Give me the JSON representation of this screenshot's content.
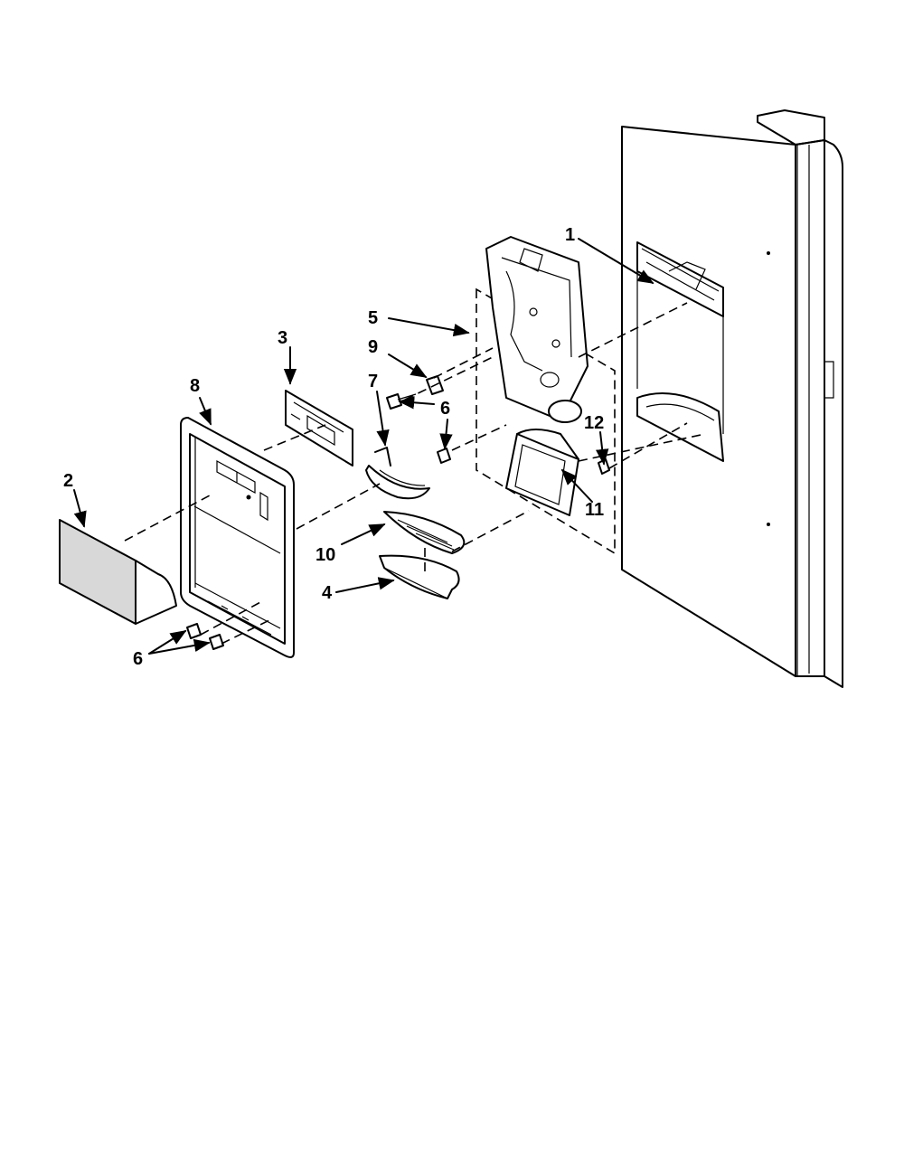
{
  "diagram": {
    "colors": {
      "ink": "#000000",
      "background": "#ffffff",
      "shade": "#d8d8d8"
    },
    "callouts": [
      {
        "id": "c1",
        "text": "1"
      },
      {
        "id": "c2",
        "text": "2"
      },
      {
        "id": "c3",
        "text": "3"
      },
      {
        "id": "c4",
        "text": "4"
      },
      {
        "id": "c5",
        "text": "5"
      },
      {
        "id": "c6a",
        "text": "6"
      },
      {
        "id": "c6b",
        "text": "6"
      },
      {
        "id": "c7",
        "text": "7"
      },
      {
        "id": "c8",
        "text": "8"
      },
      {
        "id": "c9",
        "text": "9"
      },
      {
        "id": "c10",
        "text": "10"
      },
      {
        "id": "c11",
        "text": "11"
      },
      {
        "id": "c12",
        "text": "12"
      }
    ]
  }
}
